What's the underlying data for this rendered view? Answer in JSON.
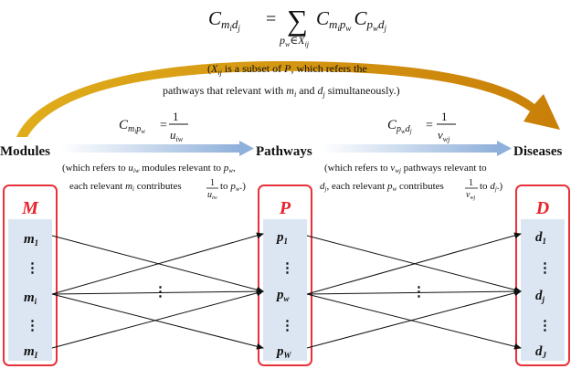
{
  "main_formula": {
    "lhs": "C",
    "lhs_sub": "m",
    "lhs_sub_i": "i",
    "lhs_sub2": "d",
    "lhs_sub2_j": "j",
    "eq": "=",
    "sum": "∑",
    "sum_index": "p",
    "sum_index_w": "w",
    "sum_in": "∈",
    "sum_set": "X",
    "sum_set_ij": "ij",
    "t1": "C",
    "t1_a": "m",
    "t1_a_i": "i",
    "t1_b": "p",
    "t1_b_w": "w",
    "t2": "C",
    "t2_a": "p",
    "t2_a_w": "w",
    "t2_b": "d",
    "t2_b_j": "j"
  },
  "subset_note": {
    "line1_open": "(",
    "X": "X",
    "X_sub": "ij",
    "line1_mid": " is a subset of ",
    "P": "P",
    "line1_end": ", which refers the",
    "line2_a": "pathways that relevant with ",
    "m": "m",
    "m_sub": "i",
    "line2_and": " and ",
    "d": "d",
    "d_sub": "j",
    "line2_end": " simultaneously.)"
  },
  "stage_labels": {
    "modules": "Modules",
    "pathways": "Pathways",
    "diseases": "Diseases"
  },
  "left_formula": {
    "C": "C",
    "a": "m",
    "a_sub": "i",
    "b": "p",
    "b_sub": "w",
    "eq": "=",
    "num": "1",
    "den": "u",
    "den_sub": "iw"
  },
  "right_formula": {
    "C": "C",
    "a": "p",
    "a_sub": "w",
    "b": "d",
    "b_sub": "j",
    "eq": "=",
    "num": "1",
    "den": "v",
    "den_sub": "wj"
  },
  "left_note": {
    "l1_a": "(which refers to ",
    "u": "u",
    "u_sub": "iw",
    "l1_b": " modules relevant to ",
    "p": "p",
    "p_sub": "w",
    "l1_c": ",",
    "l2_a": "each relevant ",
    "m": "m",
    "m_sub": "i",
    "l2_b": " contributes",
    "frac_num": "1",
    "frac_den": "u",
    "frac_den_sub": "iw",
    "l2_c": " to ",
    "p2": "p",
    "p2_sub": "w",
    "l2_d": ".)"
  },
  "right_note": {
    "l1_a": "(which refers to ",
    "v": "v",
    "v_sub": "wj",
    "l1_b": " pathways relevant to",
    "d": "d",
    "d_sub": "j",
    "l2_a": ", each relevant ",
    "p": "p",
    "p_sub": "w",
    "l2_b": " contributes",
    "frac_num": "1",
    "frac_den": "v",
    "frac_den_sub": "wj",
    "l2_c": " to ",
    "d2": "d",
    "d2_sub": "j",
    "l2_d": ".)"
  },
  "columns": {
    "modules": {
      "title": "M",
      "items": [
        {
          "base": "m",
          "sub": "1"
        },
        {
          "base": "⋮",
          "sub": ""
        },
        {
          "base": "m",
          "sub": "i"
        },
        {
          "base": "⋮",
          "sub": ""
        },
        {
          "base": "m",
          "sub": "I"
        }
      ]
    },
    "pathways": {
      "title": "P",
      "items": [
        {
          "base": "p",
          "sub": "1"
        },
        {
          "base": "⋮",
          "sub": ""
        },
        {
          "base": "p",
          "sub": "w"
        },
        {
          "base": "⋮",
          "sub": ""
        },
        {
          "base": "p",
          "sub": "W"
        }
      ]
    },
    "diseases": {
      "title": "D",
      "items": [
        {
          "base": "d",
          "sub": "1"
        },
        {
          "base": "⋮",
          "sub": ""
        },
        {
          "base": "d",
          "sub": "j"
        },
        {
          "base": "⋮",
          "sub": ""
        },
        {
          "base": "d",
          "sub": "J"
        }
      ]
    }
  },
  "middle_dots": {
    "left": "⋮",
    "right": "⋮"
  },
  "colors": {
    "big_arrow_start": "#d4a017",
    "big_arrow_end": "#c87f0a",
    "box_border": "#e8323a",
    "box_fill": "#dce6f2",
    "title_red": "#e8232b",
    "flow_arrow": "#8fb0da"
  }
}
